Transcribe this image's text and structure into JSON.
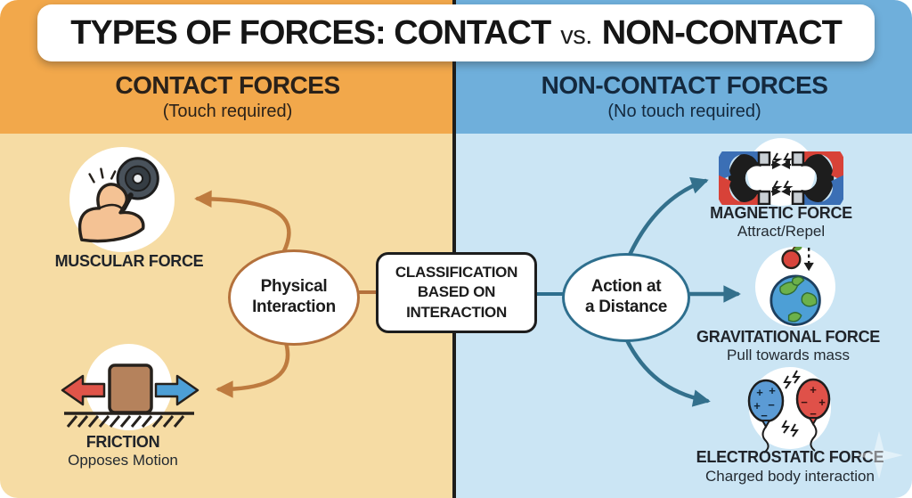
{
  "title": {
    "part1": "TYPES OF FORCES: CONTACT",
    "vs": "vs.",
    "part2": "NON-CONTACT"
  },
  "left_panel": {
    "heading": "CONTACT FORCES",
    "subheading": "(Touch required)",
    "hub": {
      "line1": "Physical",
      "line2": "Interaction"
    },
    "items": [
      {
        "name": "MUSCULAR FORCE",
        "desc": "",
        "icon": "flexed-arm-dumbbell-icon"
      },
      {
        "name": "FRICTION",
        "desc": "Opposes Motion",
        "icon": "box-friction-arrows-icon"
      }
    ]
  },
  "center": {
    "box": {
      "line1": "CLASSIFICATION",
      "line2": "BASED ON",
      "line3": "INTERACTION"
    }
  },
  "right_panel": {
    "heading": "NON-CONTACT FORCES",
    "subheading": "(No touch required)",
    "hub": {
      "line1": "Action at",
      "line2": "a Distance"
    },
    "items": [
      {
        "name": "MAGNETIC FORCE",
        "desc": "Attract/Repel",
        "icon": "horseshoe-magnets-icon"
      },
      {
        "name": "GRAVITATIONAL FORCE",
        "desc": "Pull towards mass",
        "icon": "earth-apple-icon"
      },
      {
        "name": "ELECTROSTATIC FORCE",
        "desc": "Charged body interaction",
        "icon": "charged-balloons-icon"
      }
    ]
  },
  "icon_details": {
    "balloon_blue_charges": [
      "+",
      "+",
      "+",
      "−",
      "−"
    ],
    "balloon_red_charges": [
      "+",
      "−",
      "+",
      "−"
    ]
  },
  "colors": {
    "left_header_bg": "#F2A84B",
    "left_body_bg": "#F6DCA4",
    "right_header_bg": "#6FAFDB",
    "right_body_bg": "#CBE5F4",
    "divider": "#1D1D1B",
    "brown_arrow": "#BE7B3F",
    "teal_arrow": "#33708C",
    "red_accent": "#E05449",
    "blue_accent": "#4D9FD6",
    "magnet_blue": "#3B6FB5",
    "magnet_red": "#D84238"
  }
}
